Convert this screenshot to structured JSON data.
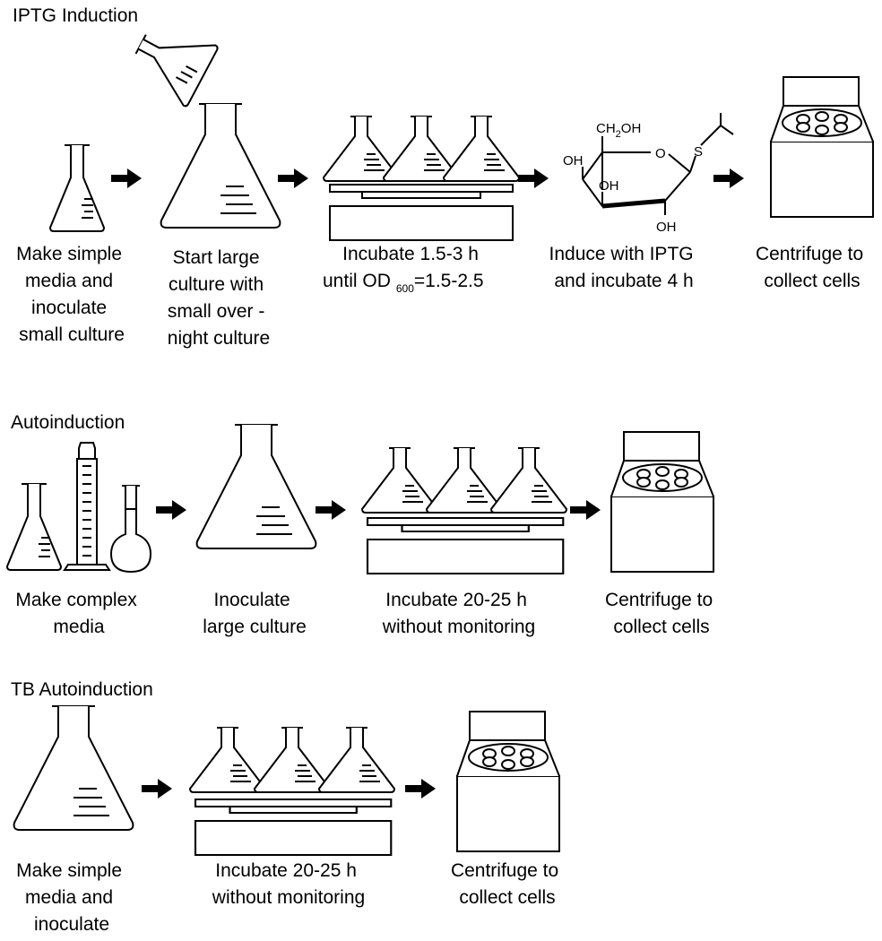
{
  "sections": {
    "iptg": {
      "title": "IPTG Induction",
      "steps": [
        [
          "Make simple",
          "media and",
          "inoculate",
          "small culture"
        ],
        [
          "Start large",
          "culture with",
          "small over -",
          "night culture"
        ],
        [
          "Incubate 1.5-3 h"
        ],
        [
          "Induce with IPTG",
          "and incubate 4 h"
        ],
        [
          "Centrifuge to",
          "collect cells"
        ]
      ],
      "od_prefix": "until OD",
      "od_sub": "600",
      "od_suffix": "=1.5-2.5",
      "chem": {
        "ch2oh": "CH",
        "ch2oh_sub": "2",
        "ch2oh_end": "OH",
        "ring_o": "O",
        "s": "S",
        "oh1": "OH",
        "oh2": "OH",
        "oh3": "OH"
      }
    },
    "auto": {
      "title": "Autoinduction",
      "steps": [
        [
          "Make complex",
          "media"
        ],
        [
          "Inoculate",
          "large culture"
        ],
        [
          "Incubate 20-25 h",
          "without monitoring"
        ],
        [
          "Centrifuge to",
          "collect cells"
        ]
      ]
    },
    "tb": {
      "title": "TB Autoinduction",
      "steps": [
        [
          "Make simple",
          "media and",
          "inoculate"
        ],
        [
          "Incubate 20-25 h",
          "without monitoring"
        ],
        [
          "Centrifuge to",
          "collect cells"
        ]
      ]
    }
  }
}
